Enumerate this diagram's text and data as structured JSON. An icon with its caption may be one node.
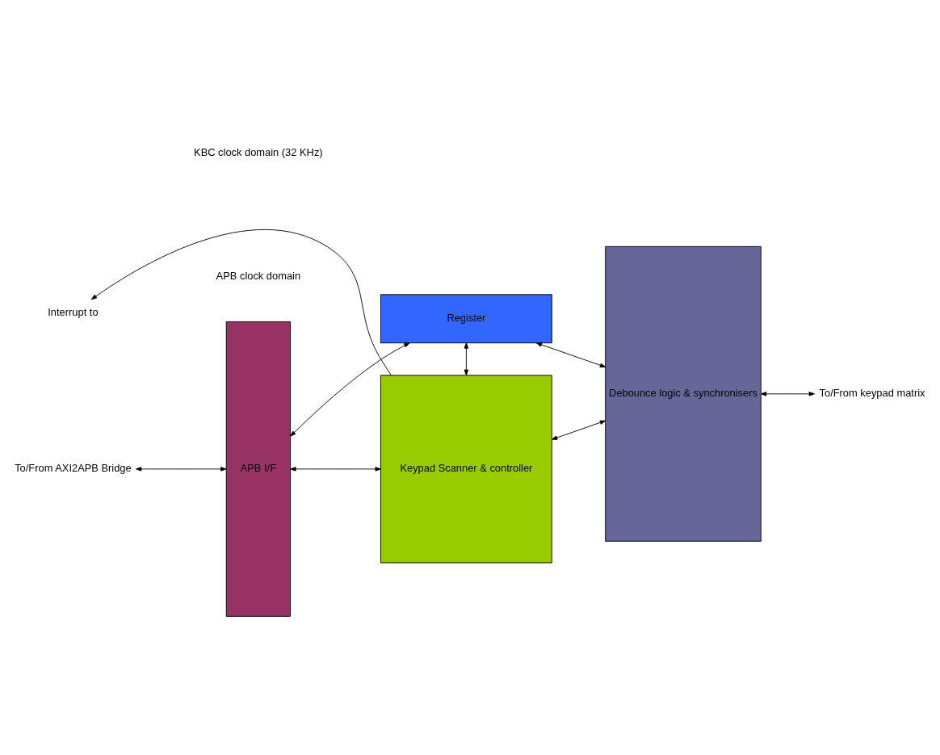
{
  "diagram": {
    "nodes": [
      {
        "text": [
          "APB I/F"
        ]
      },
      {
        "text": [
          "Register"
        ]
      },
      {
        "text": [
          "Keypad Scanner & controller"
        ]
      },
      {
        "text": [
          "Debounce logic & synchronisers"
        ]
      },
      {
        "text": [
          "To/From AXI2APB Bridge"
        ]
      },
      {
        "text": [
          "To/From keypad matrix"
        ]
      },
      {
        "text": [
          "Interrupt to"
        ]
      }
    ],
    "edges": [
      {
        "from": 0,
        "to": 1,
        "arrow": "both"
      },
      {
        "from": 1,
        "to": 3,
        "arrow": "both"
      },
      {
        "from": 1,
        "to": 2,
        "arrow": "both"
      },
      {
        "from": 0,
        "to": 2,
        "arrow": "both"
      },
      {
        "from": 2,
        "to": 3,
        "arrow": "both"
      },
      {
        "from": 4,
        "to": 0,
        "arrow": "both"
      },
      {
        "from": 3,
        "to": 5,
        "arrow": "both"
      },
      {
        "from": 2,
        "to": 6,
        "arrow": "to"
      }
    ],
    "labels": [
      "APB clock domain",
      "KBC clock domain (32 KHz)"
    ]
  }
}
